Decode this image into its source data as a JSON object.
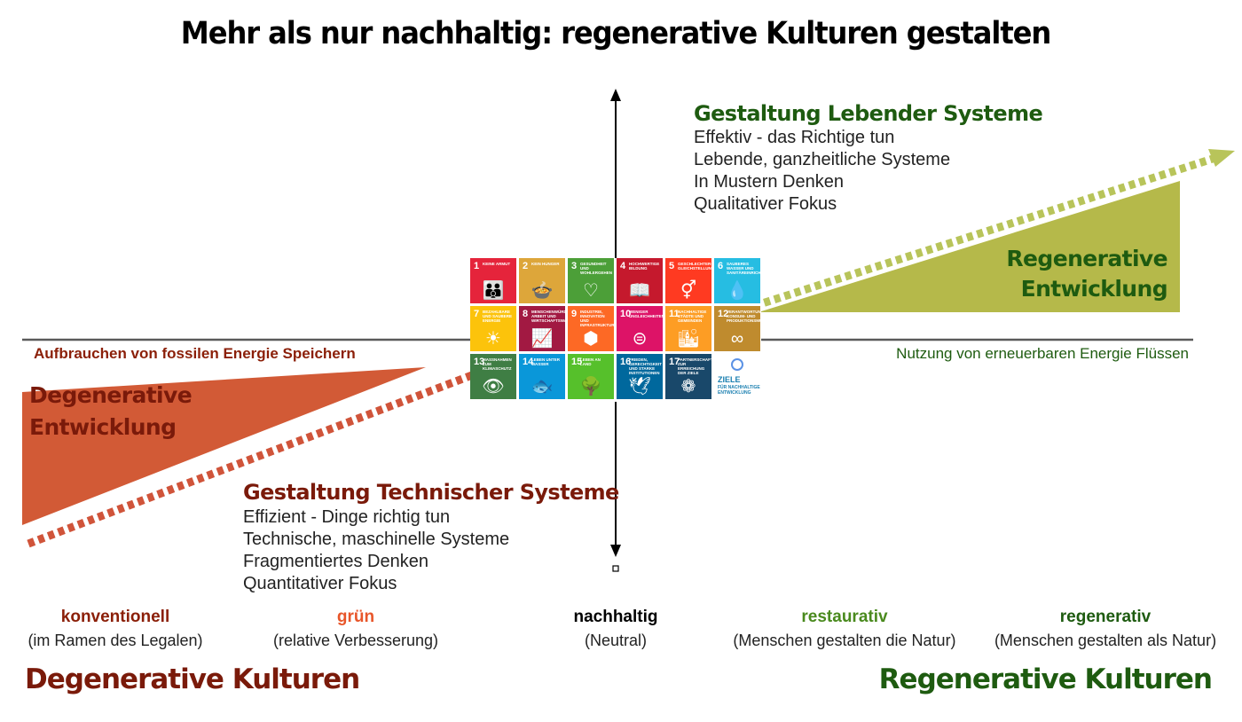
{
  "title": "Mehr als nur nachhaltig: regenerative Kulturen gestalten",
  "living_systems": {
    "title": "Gestaltung Lebender Systeme",
    "lines": [
      "Effektiv - das Richtige tun",
      "Lebende, ganzheitliche Systeme",
      "In Mustern Denken",
      "Qualitativer Fokus"
    ]
  },
  "technical_systems": {
    "title": "Gestaltung Technischer Systeme",
    "lines": [
      "Effizient - Dinge richtig tun",
      "Technische, maschinelle Systeme",
      "Fragmentiertes Denken",
      "Quantitativer Fokus"
    ]
  },
  "regenerative_development": [
    "Regenerative",
    "Entwicklung"
  ],
  "degenerative_development": [
    "Degenerative",
    "Entwicklung"
  ],
  "axis": {
    "left_label": "Aufbrauchen von fossilen Energie Speichern",
    "right_label": "Nutzung von erneuerbaren Energie Flüssen"
  },
  "scale": [
    {
      "name": "konventionell",
      "desc": "(im Ramen des Legalen)",
      "color": "#8b1f08"
    },
    {
      "name": "grün",
      "desc": "(relative Verbesserung)",
      "color": "#e8562a"
    },
    {
      "name": "nachhaltig",
      "desc": "(Neutral)",
      "color": "#000000"
    },
    {
      "name": "restaurativ",
      "desc": "(Menschen gestalten die Natur)",
      "color": "#4a8a1e"
    },
    {
      "name": "regenerativ",
      "desc": "(Menschen gestalten als Natur)",
      "color": "#1e5b10"
    }
  ],
  "cultures": {
    "degenerative": "Degenerative Kulturen",
    "regenerative": "Regenerative Kulturen"
  },
  "colors": {
    "degen_wedge": "#d25a36",
    "regen_wedge": "#b5b94a",
    "dashed_red": "#d0543a",
    "dashed_green": "#b8c45a"
  },
  "sdg": {
    "tiles": [
      {
        "num": "1",
        "text": "Keine Armut",
        "icon": "family-icon",
        "glyph": "👪",
        "color": "#e5243b"
      },
      {
        "num": "2",
        "text": "Kein Hunger",
        "icon": "bowl-icon",
        "glyph": "🍲",
        "color": "#dda63a"
      },
      {
        "num": "3",
        "text": "Gesundheit und Wohlergehen",
        "icon": "heartbeat-icon",
        "glyph": "♡",
        "color": "#4c9f38"
      },
      {
        "num": "4",
        "text": "Hochwertige Bildung",
        "icon": "book-icon",
        "glyph": "📖",
        "color": "#c5192d"
      },
      {
        "num": "5",
        "text": "Geschlechter-gleichstellung",
        "icon": "gender-equality-icon",
        "glyph": "⚥",
        "color": "#ff3a21"
      },
      {
        "num": "6",
        "text": "Sauberes Wasser und Sanitäreinrichtungen",
        "icon": "water-icon",
        "glyph": "💧",
        "color": "#26bde2"
      },
      {
        "num": "7",
        "text": "Bezahlbare und saubere Energie",
        "icon": "sun-icon",
        "glyph": "☀",
        "color": "#fcc30b"
      },
      {
        "num": "8",
        "text": "Menschenwürdige Arbeit und Wirtschaftswachstum",
        "icon": "growth-chart-icon",
        "glyph": "📈",
        "color": "#a21942"
      },
      {
        "num": "9",
        "text": "Industrie, Innovation und Infrastruktur",
        "icon": "cubes-icon",
        "glyph": "⬢",
        "color": "#fd6925"
      },
      {
        "num": "10",
        "text": "Weniger Ungleichheiten",
        "icon": "equality-icon",
        "glyph": "⊜",
        "color": "#dd1367"
      },
      {
        "num": "11",
        "text": "Nachhaltige Städte und Gemeinden",
        "icon": "city-icon",
        "glyph": "🏙",
        "color": "#fd9d24"
      },
      {
        "num": "12",
        "text": "Verantwortungsvolle Konsum- und Produktionsmuster",
        "icon": "infinity-icon",
        "glyph": "∞",
        "color": "#bf8b2e"
      },
      {
        "num": "13",
        "text": "Massnahmen zum Klimaschutz",
        "icon": "eye-globe-icon",
        "glyph": "👁",
        "color": "#3f7e44"
      },
      {
        "num": "14",
        "text": "Leben unter Wasser",
        "icon": "fish-icon",
        "glyph": "🐟",
        "color": "#0a97d9"
      },
      {
        "num": "15",
        "text": "Leben an Land",
        "icon": "tree-icon",
        "glyph": "🌳",
        "color": "#56c02b"
      },
      {
        "num": "16",
        "text": "Frieden, Gerechtigkeit und starke Institutionen",
        "icon": "dove-icon",
        "glyph": "🕊",
        "color": "#00689d"
      },
      {
        "num": "17",
        "text": "Partnerschaften zur Erreichung der Ziele",
        "icon": "rings-icon",
        "glyph": "❁",
        "color": "#19486a"
      }
    ],
    "logo": {
      "title": "ZIELE",
      "subtitle": "FÜR NACHHALTIGE ENTWICKLUNG"
    }
  }
}
